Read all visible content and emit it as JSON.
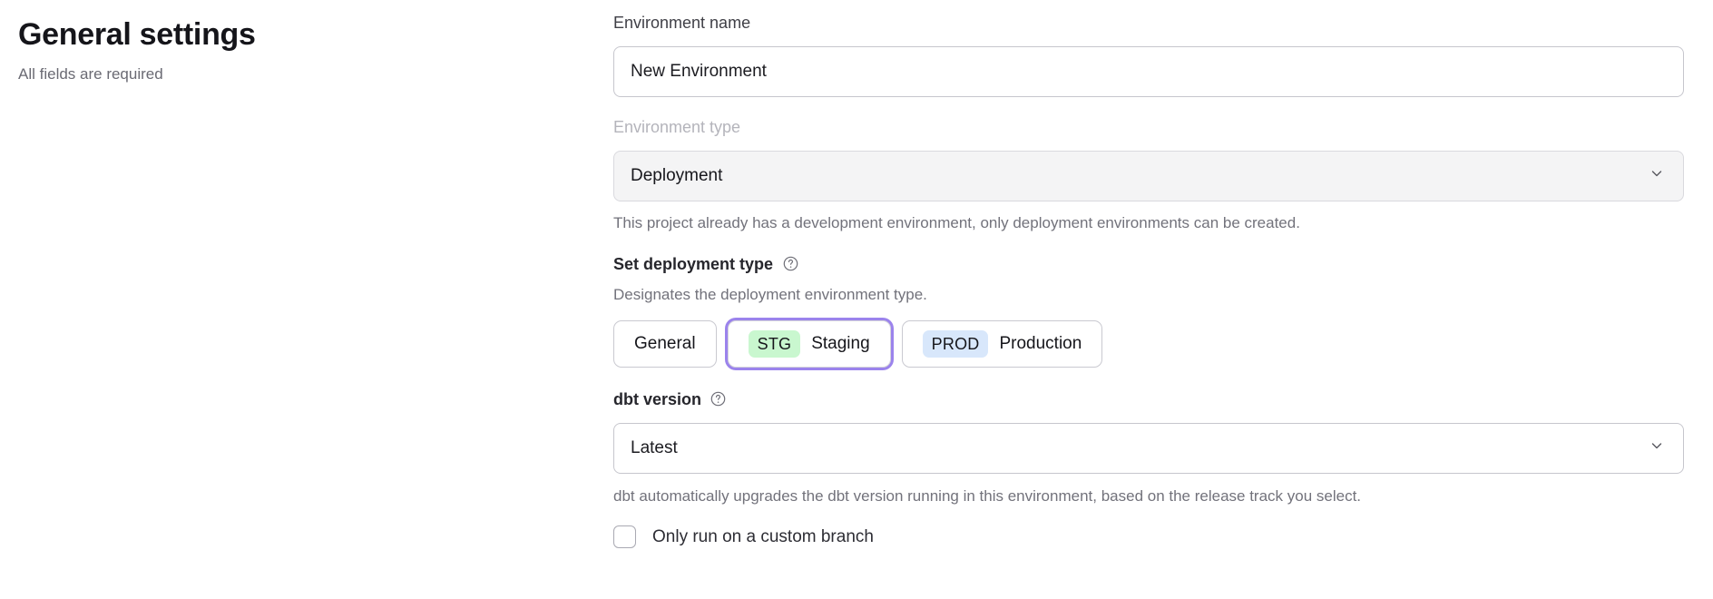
{
  "header": {
    "title": "General settings",
    "subtitle": "All fields are required"
  },
  "form": {
    "environment_name": {
      "label": "Environment name",
      "value": "New Environment",
      "placeholder": "Environment name"
    },
    "environment_type": {
      "label": "Environment type",
      "value": "Deployment",
      "disabled": true,
      "helper": "This project already has a development environment, only deployment environments can be created."
    },
    "deployment_type": {
      "label": "Set deployment type",
      "help_icon": "question-circle-icon",
      "description": "Designates the deployment environment type.",
      "options": [
        {
          "id": "general",
          "badge": "",
          "label": "General",
          "selected": false,
          "badge_bg": ""
        },
        {
          "id": "staging",
          "badge": "STG",
          "label": "Staging",
          "selected": true,
          "badge_bg": "#c9f7cf"
        },
        {
          "id": "production",
          "badge": "PROD",
          "label": "Production",
          "selected": false,
          "badge_bg": "#d8e7fb"
        }
      ]
    },
    "dbt_version": {
      "label": "dbt version",
      "help_icon": "question-circle-icon",
      "value": "Latest",
      "helper": "dbt automatically upgrades the dbt version running in this environment, based on the release track you select."
    },
    "custom_branch": {
      "label": "Only run on a custom branch",
      "checked": false
    }
  },
  "icons": {
    "chevron_down": "chevron-down-icon"
  },
  "colors": {
    "focus_ring": "#9b83ec",
    "staging_badge": "#c9f7cf",
    "production_badge": "#d8e7fb",
    "border": "#c6c6cd",
    "disabled_bg": "#f4f4f5",
    "muted_text": "#72727b"
  }
}
